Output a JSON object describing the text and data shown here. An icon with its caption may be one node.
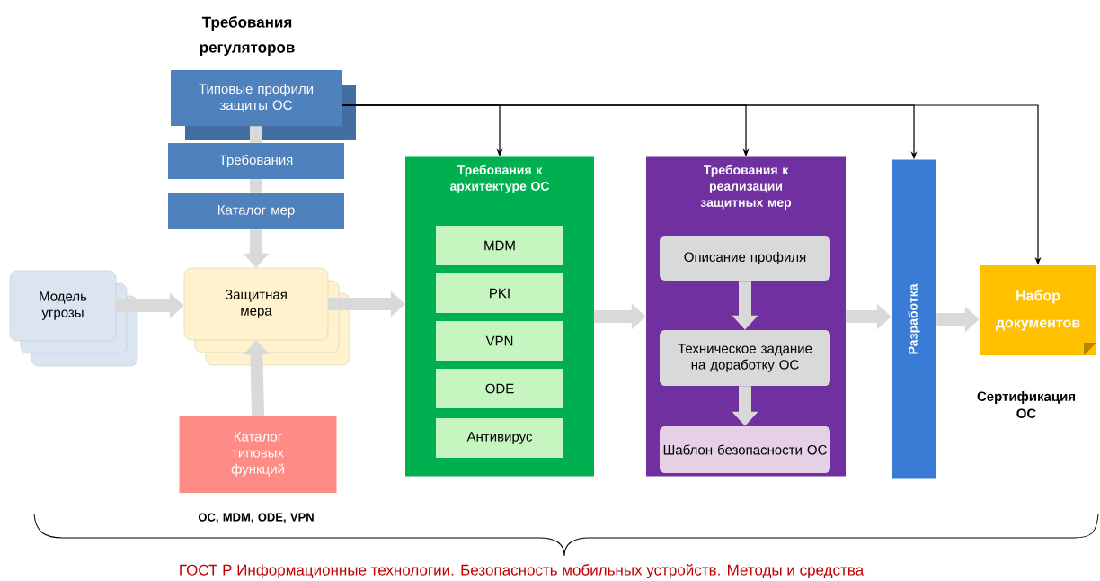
{
  "diagram": {
    "caption": "ГОСТ Р Информационные технологии. Безопасность мобильных устройств. Методы и средства",
    "nodes": [
      {
        "text": [
          "Типовые профили защиты ОС"
        ],
        "beside": [
          "Требования регуляторов"
        ]
      },
      {
        "text": [
          "Требования"
        ]
      },
      {
        "text": [
          "Каталог мер"
        ]
      },
      {
        "text": [
          "Модель угрозы"
        ]
      },
      {
        "text": [
          "Защитная мера"
        ]
      },
      {
        "text": [
          "Каталог типовых функций"
        ],
        "beside": [
          "ОС, MDM, ODE, VPN"
        ]
      },
      {
        "text": [
          "Требования к архитектуре ОС"
        ]
      },
      {
        "text": [
          "MDM"
        ],
        "in": 6
      },
      {
        "text": [
          "PKI"
        ],
        "in": 6
      },
      {
        "text": [
          "VPN"
        ],
        "in": 6
      },
      {
        "text": [
          "ODE"
        ],
        "in": 6
      },
      {
        "text": [
          "Антивирус"
        ],
        "in": 6
      },
      {
        "text": [
          "Требования к реализации защитных мер"
        ]
      },
      {
        "text": [
          "Описание профиля"
        ],
        "in": 12
      },
      {
        "text": [
          "Техническое задание на доработку ОС"
        ],
        "in": 12
      },
      {
        "text": [
          "Шаблон безопасности ОС"
        ],
        "in": 12
      },
      {
        "text": [
          "Разработка"
        ]
      },
      {
        "text": [
          "Набор документов"
        ],
        "beside": [
          "Сертификация ОС"
        ]
      }
    ],
    "edges": [
      {
        "from": 0,
        "to": 1,
        "arrow": "none"
      },
      {
        "from": 1,
        "to": 2,
        "arrow": "none"
      },
      {
        "from": 2,
        "to": 4,
        "arrow": "to"
      },
      {
        "from": 5,
        "to": 4,
        "arrow": "to"
      },
      {
        "from": 3,
        "to": 4,
        "arrow": "to"
      },
      {
        "from": 4,
        "to": 6,
        "arrow": "to"
      },
      {
        "from": 6,
        "to": 12,
        "arrow": "to"
      },
      {
        "from": 13,
        "to": 14,
        "arrow": "to"
      },
      {
        "from": 14,
        "to": 15,
        "arrow": "to"
      },
      {
        "from": 12,
        "to": 16,
        "arrow": "to"
      },
      {
        "from": 16,
        "to": 17,
        "arrow": "to"
      },
      {
        "from": 0,
        "to": 6,
        "arrow": "to",
        "color": "#000000"
      },
      {
        "from": 0,
        "to": 12,
        "arrow": "to",
        "color": "#000000"
      },
      {
        "from": 0,
        "to": 16,
        "arrow": "to",
        "color": "#000000"
      },
      {
        "from": 0,
        "to": 17,
        "arrow": "to",
        "color": "#000000"
      }
    ]
  }
}
